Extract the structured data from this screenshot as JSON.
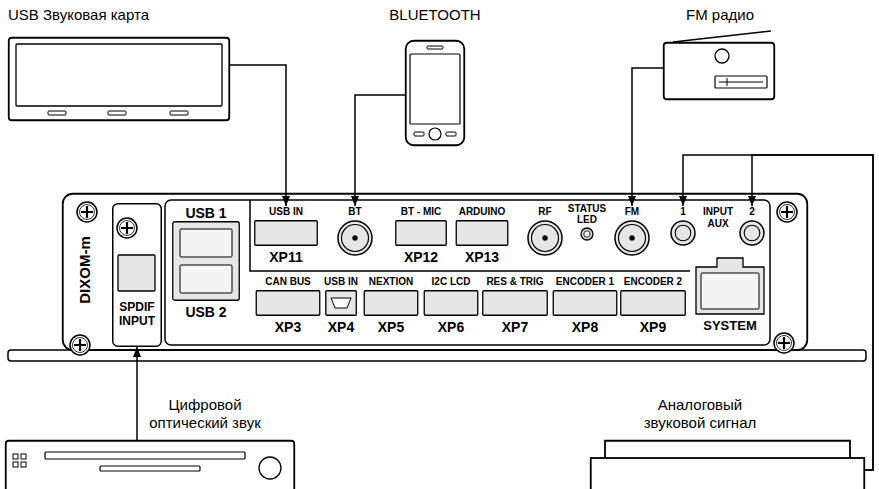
{
  "diagram": {
    "nodes": [
      {
        "text": [
          "USB Звуковая карта"
        ]
      },
      {
        "text": [
          "BLUETOOTH"
        ]
      },
      {
        "text": [
          "FM радио"
        ]
      },
      {
        "text": [
          "DIXOM-m"
        ]
      },
      {
        "text": [
          "SPDIF INPUT"
        ],
        "in": 3
      },
      {
        "text": [
          "USB 1",
          "USB 2"
        ],
        "in": 3
      },
      {
        "text": [
          "USB IN",
          "XP11"
        ],
        "in": 3
      },
      {
        "text": [
          "BT"
        ],
        "in": 3
      },
      {
        "text": [
          "BT - MIC",
          "XP12"
        ],
        "in": 3
      },
      {
        "text": [
          "ARDUINO",
          "XP13"
        ],
        "in": 3
      },
      {
        "text": [
          "RF"
        ],
        "in": 3
      },
      {
        "text": [
          "STATUS LED"
        ],
        "in": 3
      },
      {
        "text": [
          "FM"
        ],
        "in": 3
      },
      {
        "text": [
          "1"
        ],
        "in": 3
      },
      {
        "text": [
          "2"
        ],
        "in": 3
      },
      {
        "text": [
          "CAN BUS",
          "XP3"
        ],
        "in": 3
      },
      {
        "text": [
          "USB IN",
          "XP4"
        ],
        "in": 3
      },
      {
        "text": [
          "NEXTION",
          "XP5"
        ],
        "in": 3
      },
      {
        "text": [
          "I2C LCD",
          "XP6"
        ],
        "in": 3
      },
      {
        "text": [
          "RES & TRIG",
          "XP7"
        ],
        "in": 3
      },
      {
        "text": [
          "ENCODER 1",
          "XP8"
        ],
        "in": 3
      },
      {
        "text": [
          "ENCODER 2",
          "XP9"
        ],
        "in": 3
      },
      {
        "text": [
          "SYSTEM"
        ],
        "in": 3
      },
      {
        "text": [
          "Цифровой оптический звук"
        ]
      },
      {
        "text": [
          "Аналоговый звуковой сигнал"
        ]
      }
    ],
    "edges": [
      {
        "from": 0,
        "to": 6,
        "arrow": "to"
      },
      {
        "from": 1,
        "to": 7,
        "arrow": "to"
      },
      {
        "from": 2,
        "to": 12,
        "arrow": "to"
      },
      {
        "from": 23,
        "to": 4,
        "arrow": "to"
      },
      {
        "from": 24,
        "to": 13,
        "arrow": "to"
      },
      {
        "from": 24,
        "to": 14,
        "arrow": "to"
      }
    ],
    "labels": [
      "INPUT AUX"
    ]
  }
}
